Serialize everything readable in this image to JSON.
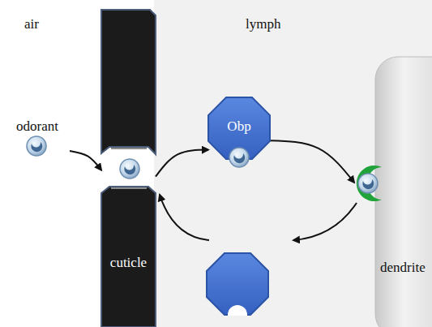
{
  "diagram": {
    "nodes": [
      {
        "text": [
          "odorant"
        ]
      },
      {
        "text": [
          "cuticle"
        ]
      },
      {
        "text": [
          "Obp"
        ]
      },
      {
        "text": [
          "dendrite"
        ]
      }
    ],
    "edges": [
      {
        "from": 0,
        "to": 1,
        "arrow": "to"
      },
      {
        "from": 1,
        "to": 2,
        "arrow": "to"
      },
      {
        "from": 2,
        "to": 3,
        "arrow": "to"
      }
    ],
    "labels": [
      "air",
      "lymph"
    ]
  }
}
